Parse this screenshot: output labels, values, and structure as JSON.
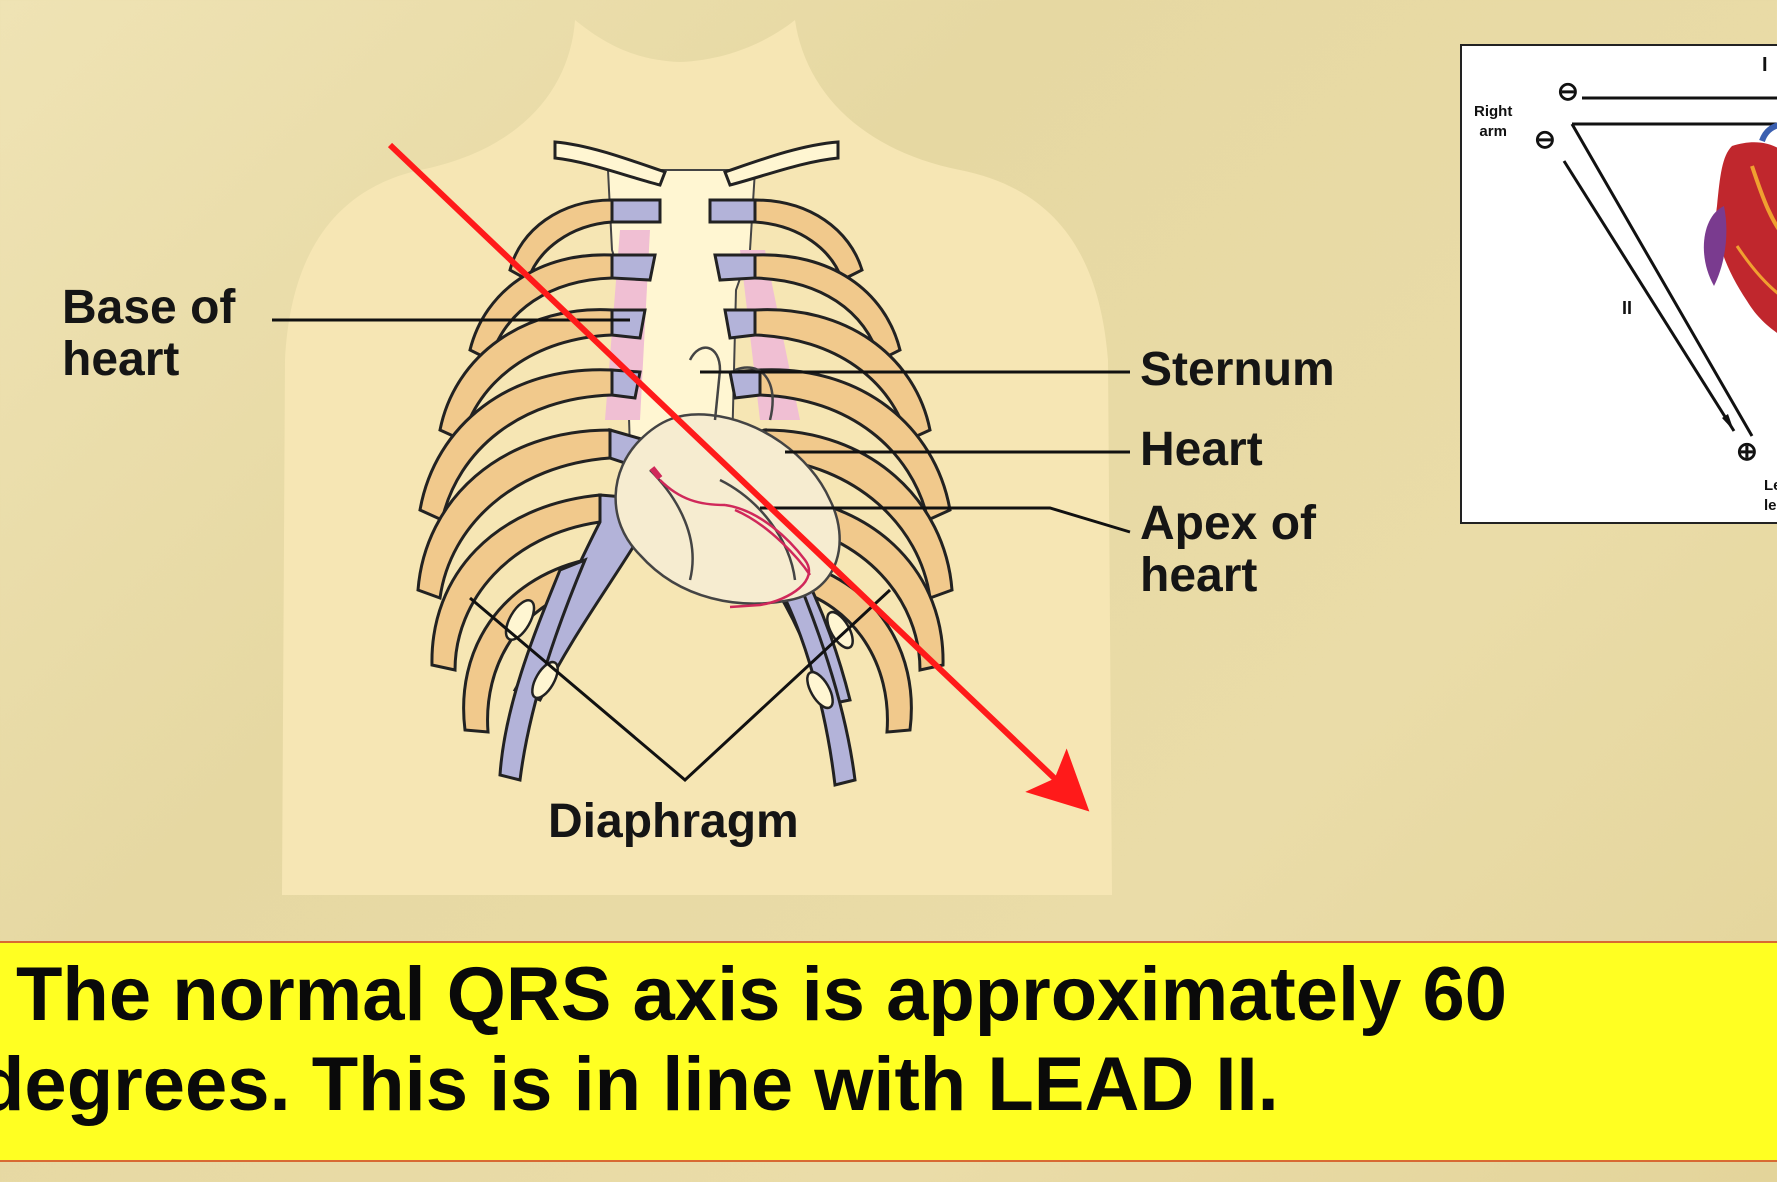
{
  "labels": {
    "base_of_heart": [
      "Base of",
      "heart"
    ],
    "sternum": "Sternum",
    "heart": "Heart",
    "apex_of_heart": [
      "Apex of",
      "heart"
    ],
    "diaphragm": "Diaphragm"
  },
  "einthoven": {
    "lead_one": "I",
    "lead_two": "II",
    "right_arm": [
      "Right",
      "arm"
    ],
    "left_leg": [
      "Le",
      "le"
    ],
    "minus_sign": "⊖",
    "plus_sign": "⊕"
  },
  "caption": {
    "line1": "The normal QRS axis is approximately 60",
    "line2": "degrees. This is in line with LEAD II."
  },
  "colors": {
    "background": "#e8dba6",
    "body_silhouette": "#f6e6b4",
    "costal_cartilage": "#b3b3d9",
    "rib": "#f1c98c",
    "axis_arrow": "#ff1a1a",
    "caption_band": "#ffff22"
  },
  "icons": [
    "minus-sign-icon",
    "plus-sign-icon",
    "heart-illustration-icon",
    "qrs-axis-arrow-icon"
  ]
}
